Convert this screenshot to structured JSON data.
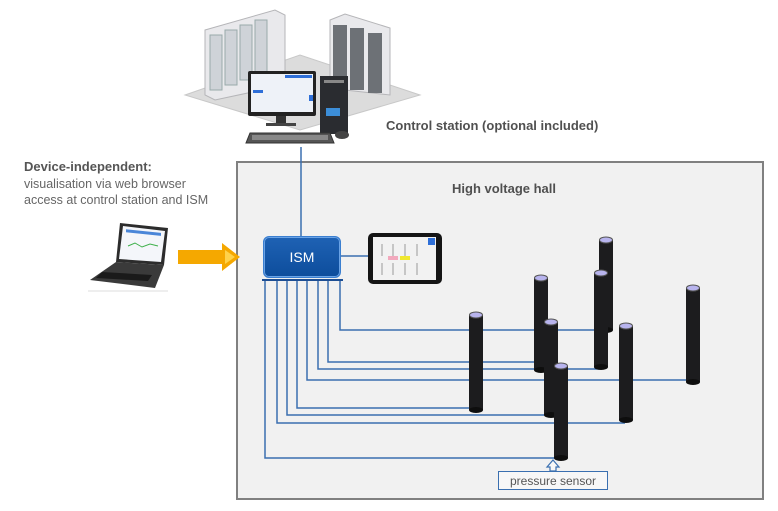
{
  "control_station": {
    "label": "Control station (optional included)",
    "icon": "server-racks-with-workstation"
  },
  "device_independent": {
    "title": "Device-independent:",
    "lines": [
      "visualisation  via web browser",
      "access at control station and ISM"
    ],
    "icon": "laptop-icon",
    "arrow_color": "#f5a800"
  },
  "hall": {
    "title": "High voltage hall"
  },
  "ism": {
    "label": "ISM",
    "color": "#0d4d9c"
  },
  "touch_panel": {
    "icon": "touch-panel-display"
  },
  "pressure_sensor": {
    "label": "pressure sensor"
  },
  "colors": {
    "line": "#3a6fb0",
    "pillar": "#1c1c1e",
    "pillar_cap": "#b8b4ee",
    "hall_bg": "#f1f1f1",
    "hall_border": "#808080"
  }
}
